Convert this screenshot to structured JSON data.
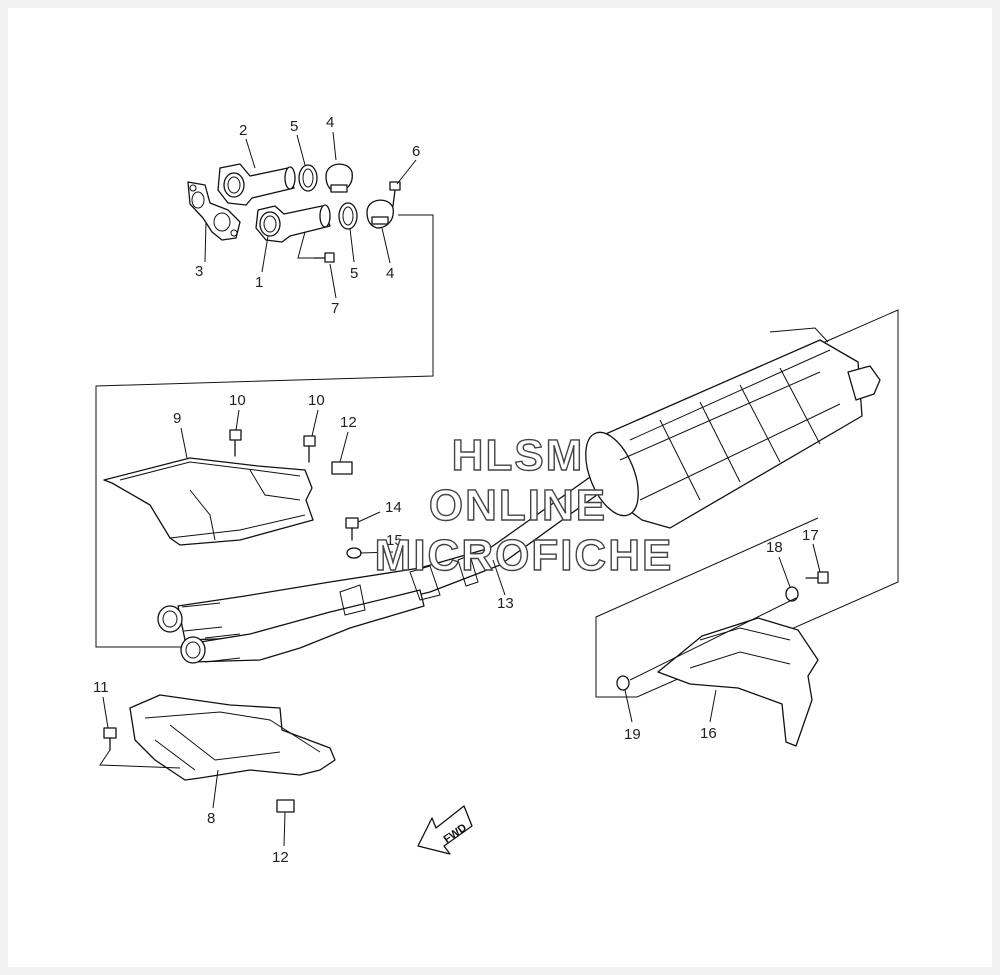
{
  "watermark": {
    "line1": "HLSM",
    "line2": "ONLINE",
    "line3": "MICROFICHE"
  },
  "fwd_arrow_label": "FWD",
  "callouts": [
    {
      "id": "c1",
      "text": "1"
    },
    {
      "id": "c2",
      "text": "2"
    },
    {
      "id": "c3",
      "text": "3"
    },
    {
      "id": "c4a",
      "text": "4"
    },
    {
      "id": "c4b",
      "text": "4"
    },
    {
      "id": "c5a",
      "text": "5"
    },
    {
      "id": "c5b",
      "text": "5"
    },
    {
      "id": "c6",
      "text": "6"
    },
    {
      "id": "c7",
      "text": "7"
    },
    {
      "id": "c8",
      "text": "8"
    },
    {
      "id": "c9",
      "text": "9"
    },
    {
      "id": "c10a",
      "text": "10"
    },
    {
      "id": "c10b",
      "text": "10"
    },
    {
      "id": "c11",
      "text": "11"
    },
    {
      "id": "c12a",
      "text": "12"
    },
    {
      "id": "c12b",
      "text": "12"
    },
    {
      "id": "c13",
      "text": "13"
    },
    {
      "id": "c14",
      "text": "14"
    },
    {
      "id": "c15",
      "text": "15"
    },
    {
      "id": "c16",
      "text": "16"
    },
    {
      "id": "c17",
      "text": "17"
    },
    {
      "id": "c18",
      "text": "18"
    },
    {
      "id": "c19",
      "text": "19"
    }
  ]
}
